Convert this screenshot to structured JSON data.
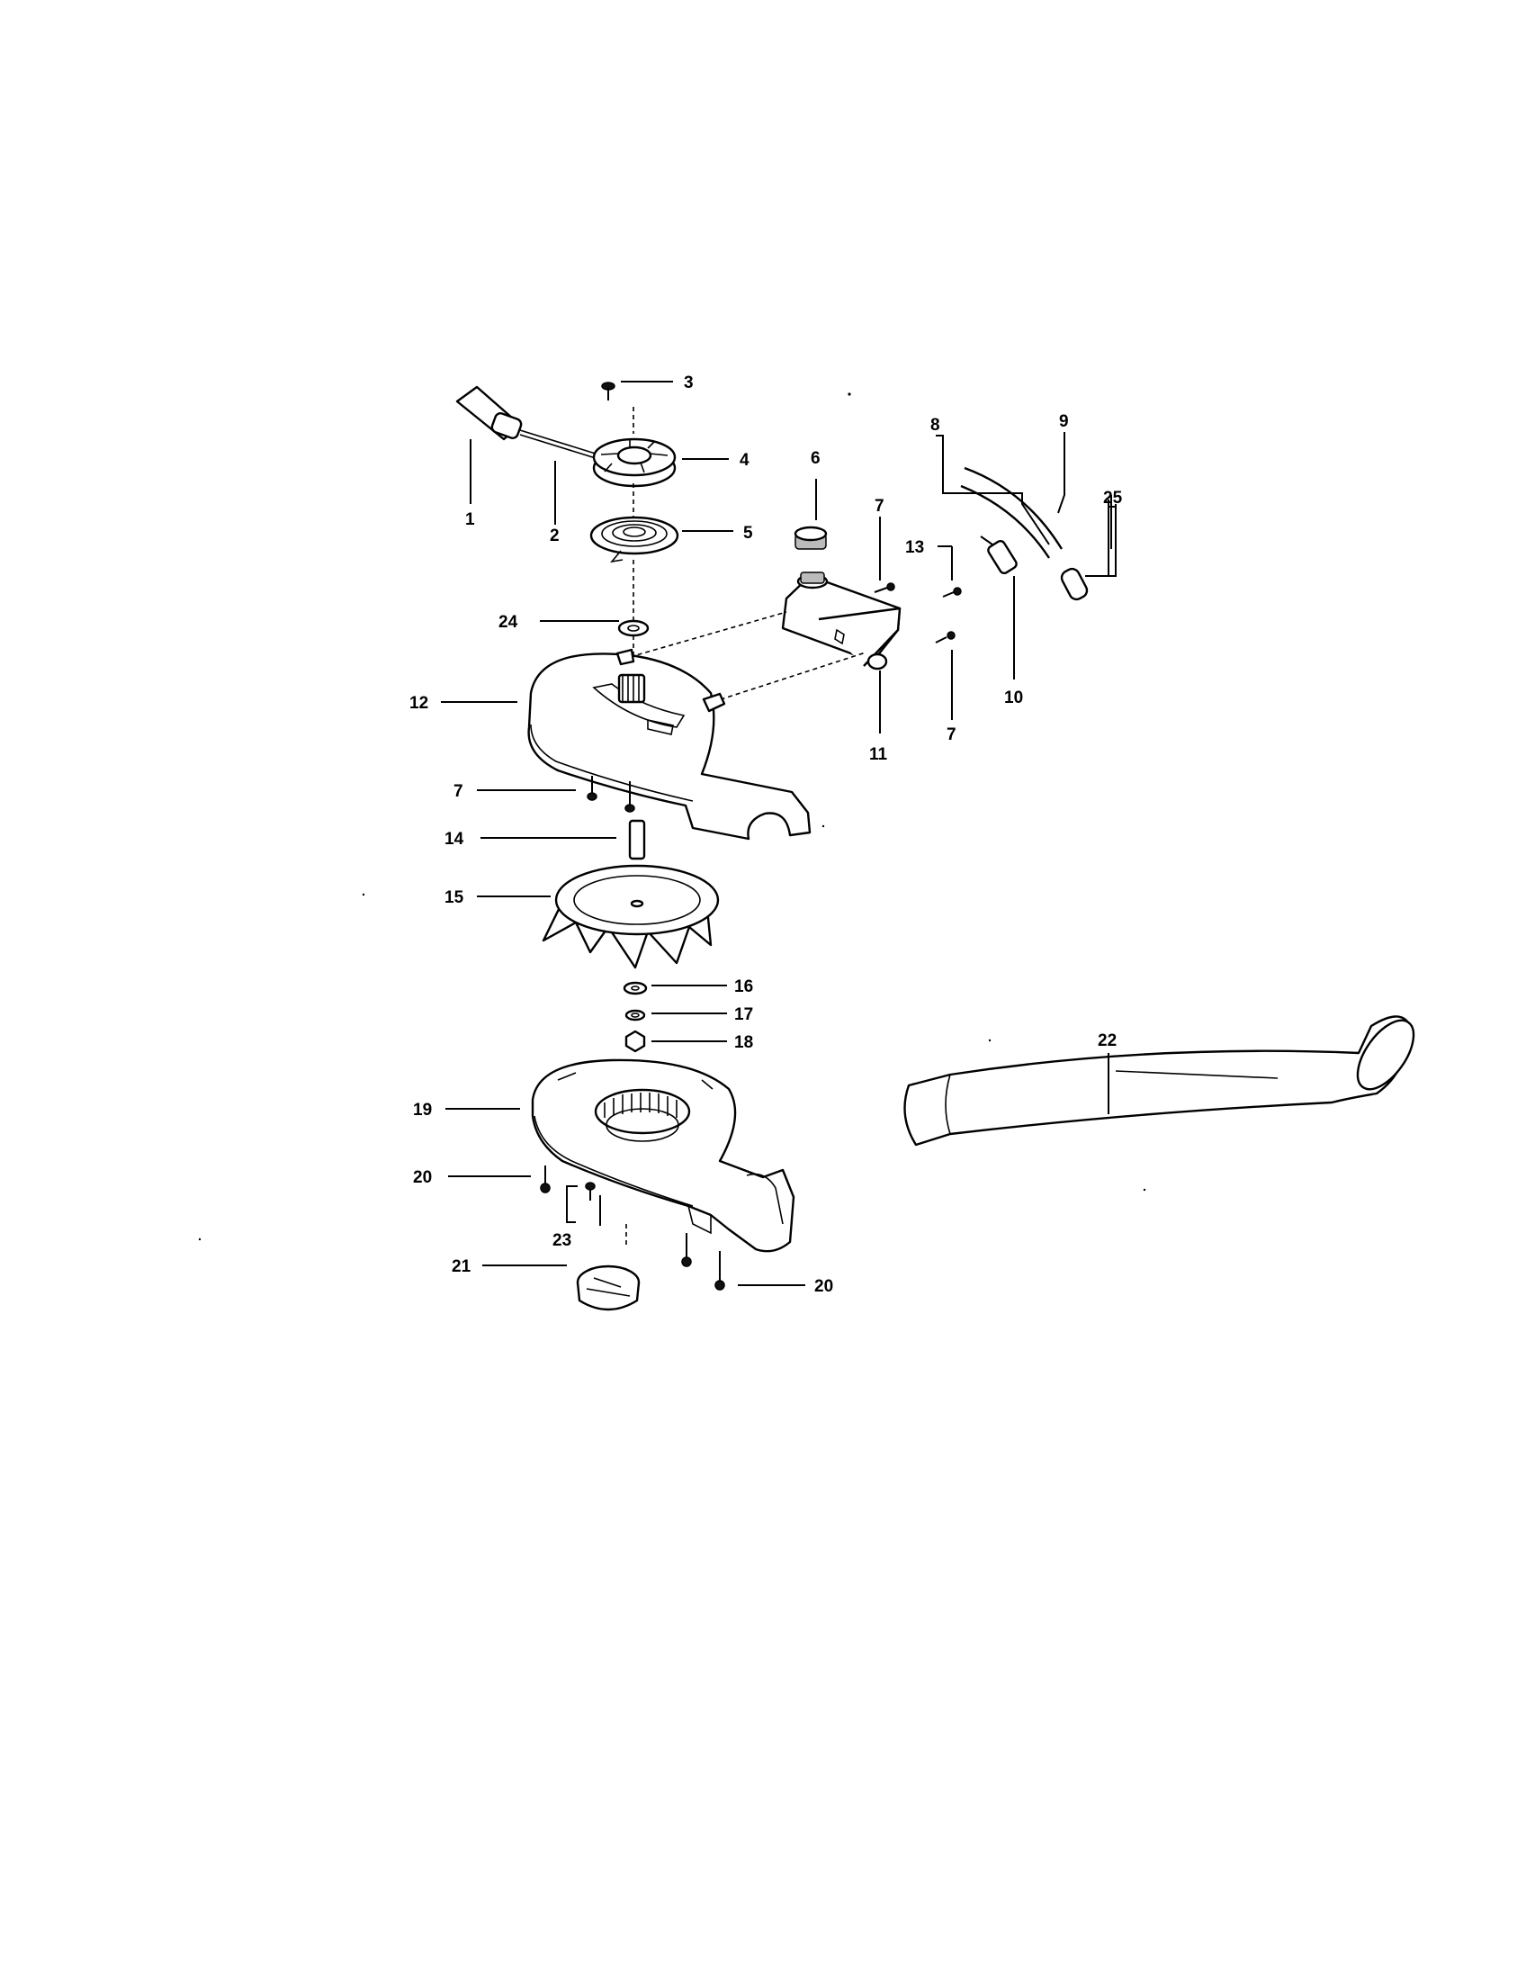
{
  "diagram": {
    "type": "exploded parts diagram",
    "labels": {
      "p1": "1",
      "p2": "2",
      "p3": "3",
      "p4": "4",
      "p5": "5",
      "p6": "6",
      "p7a": "7",
      "p7b": "7",
      "p7c": "7",
      "p8": "8",
      "p9": "9",
      "p10": "10",
      "p11": "11",
      "p12": "12",
      "p13": "13",
      "p14": "14",
      "p15": "15",
      "p16": "16",
      "p17": "17",
      "p18": "18",
      "p19": "19",
      "p20a": "20",
      "p20b": "20",
      "p21": "21",
      "p22": "22",
      "p23": "23",
      "p24": "24",
      "p25": "25"
    }
  }
}
